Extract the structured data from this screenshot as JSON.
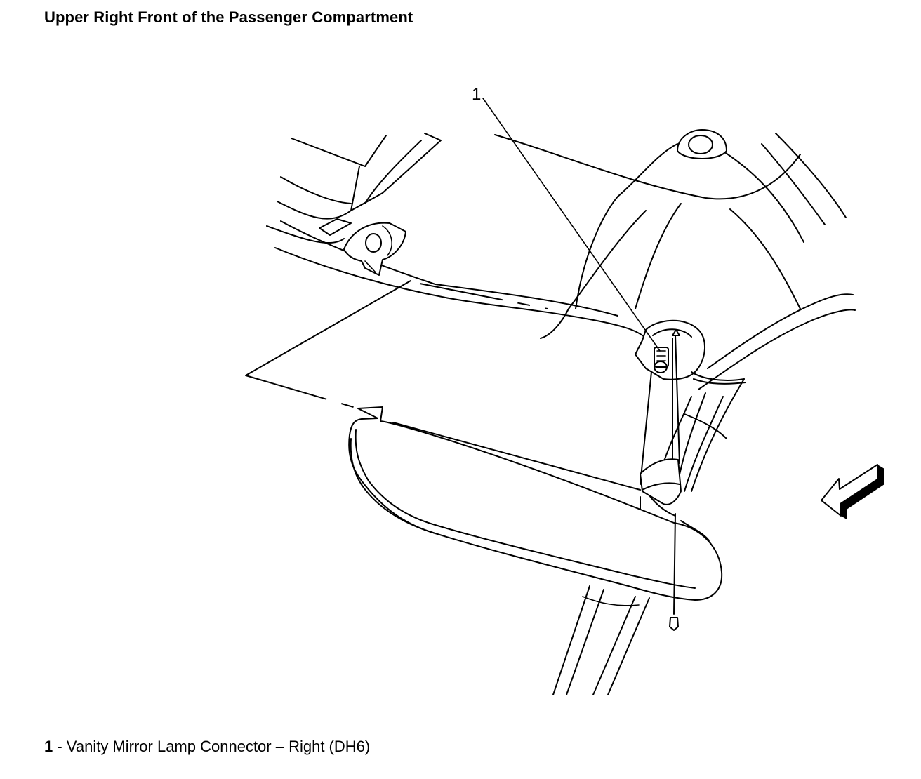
{
  "title": "Upper Right Front of the Passenger Compartment",
  "callouts": [
    {
      "number": "1"
    }
  ],
  "legend": [
    {
      "number": "1",
      "text": " - Vanity Mirror Lamp Connector – Right (DH6)"
    }
  ],
  "icons": {
    "direction_arrow": "forward-arrow-icon"
  }
}
